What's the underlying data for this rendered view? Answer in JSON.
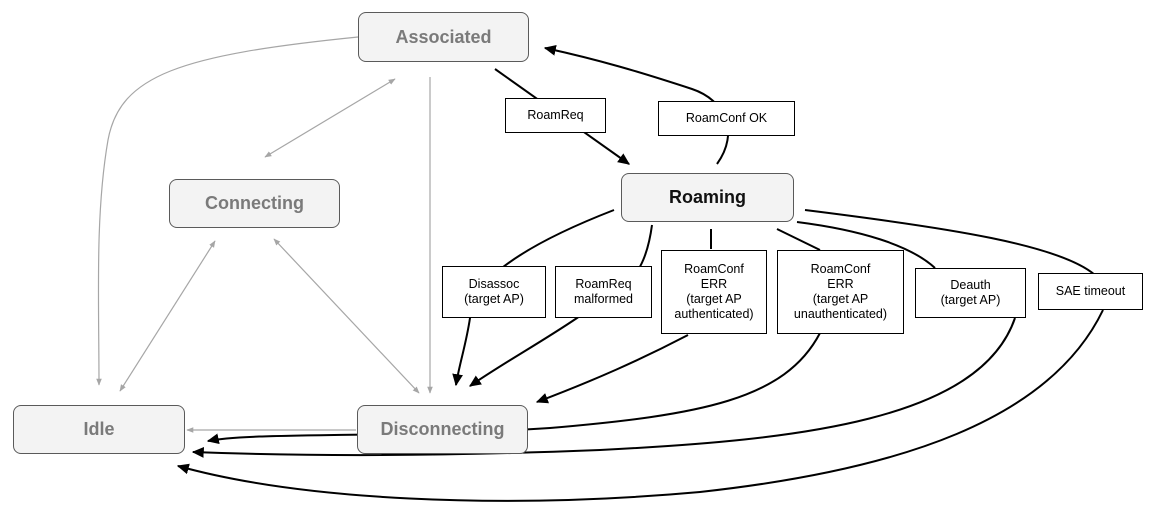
{
  "colors": {
    "dim_edge": "#a6a6a6",
    "main_edge": "#000000",
    "state_fill": "#f3f3f3",
    "state_text_dim": "#7a7a7a",
    "state_text_active": "#111111"
  },
  "states": {
    "associated": "Associated",
    "roaming": "Roaming",
    "connecting": "Connecting",
    "idle": "Idle",
    "disconnecting": "Disconnecting"
  },
  "transitions": {
    "roam_req": "RoamReq",
    "roam_conf_ok": "RoamConf OK",
    "disassoc": "Disassoc\n(target AP)",
    "roam_req_malformed": "RoamReq\nmalformed",
    "roam_conf_err_auth": "RoamConf\nERR\n(target AP\nauthenticated)",
    "roam_conf_err_unauth": "RoamConf\nERR\n(target AP\nunauthenticated)",
    "deauth": "Deauth\n(target AP)",
    "sae_timeout": "SAE timeout"
  }
}
